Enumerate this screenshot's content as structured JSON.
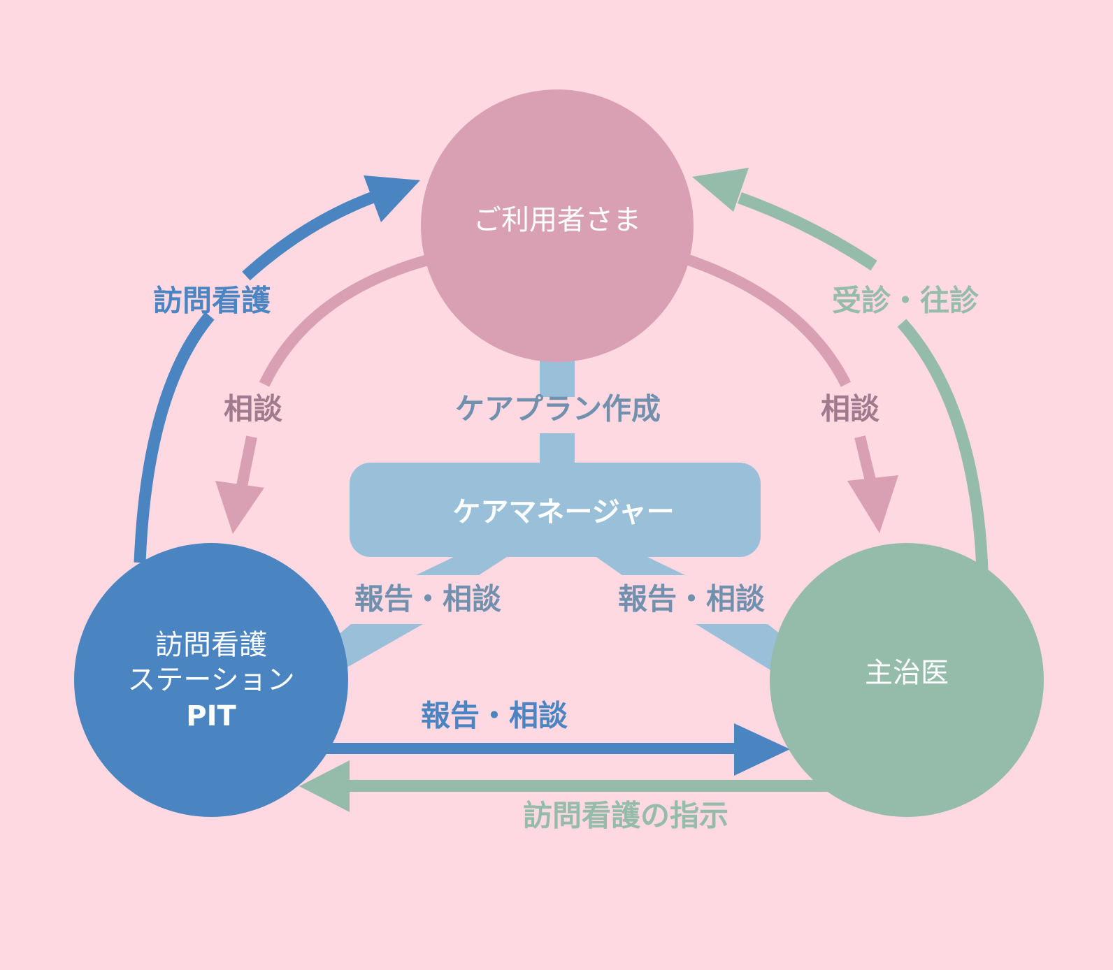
{
  "colors": {
    "background": "#fed9e2",
    "user": "#d9a0b4",
    "station": "#4a84c1",
    "doctor": "#95bbab",
    "care_manager": "#9ac0d9",
    "care_label_text": "#7090ad",
    "consult_text": "#a17a8e",
    "consult_arrow": "#d9a0b4"
  },
  "nodes": {
    "user": {
      "label": "ご利用者さま"
    },
    "station": {
      "lines": [
        "訪問看護",
        "ステーション",
        "PIT"
      ]
    },
    "doctor": {
      "label": "主治医"
    },
    "care_manager": {
      "label": "ケアマネージャー"
    }
  },
  "edges": {
    "station_to_user": "訪問看護",
    "doctor_to_user": "受診・往診",
    "user_to_station": "相談",
    "user_to_doctor": "相談",
    "care_plan": "ケアプラン作成",
    "station_cm": "報告・相談",
    "doctor_cm": "報告・相談",
    "station_to_doctor": "報告・相談",
    "doctor_to_station": "訪問看護の指示"
  }
}
